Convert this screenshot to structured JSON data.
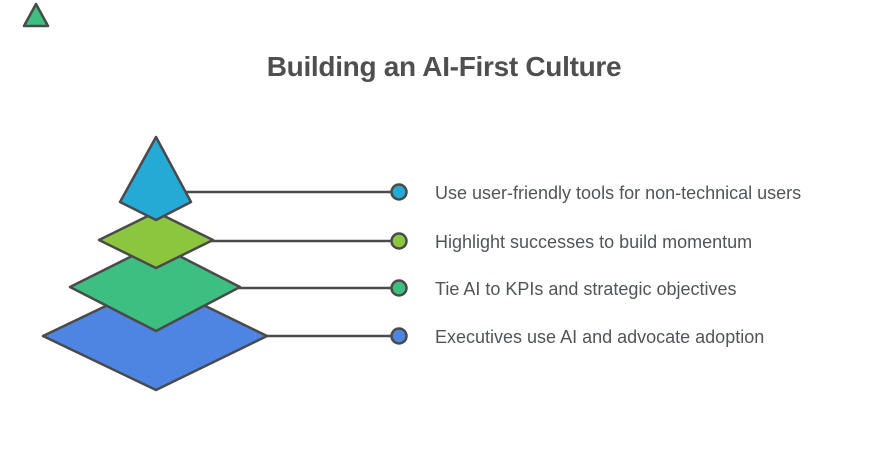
{
  "title": "Building an AI-First Culture",
  "colors": {
    "background": "#ffffff",
    "outline": "#4a4a4a",
    "title_text": "#4f4f4f",
    "label_text": "#4e565c"
  },
  "decoration": {
    "corner_triangle_color": "#3dbf81"
  },
  "layers": [
    {
      "label": "Use user-friendly tools for non-technical users",
      "color": "#25aad6"
    },
    {
      "label": "Highlight successes to build momentum",
      "color": "#8cc63e"
    },
    {
      "label": "Tie AI to KPIs and strategic objectives",
      "color": "#3dbf81"
    },
    {
      "label": "Executives use AI and advocate adoption",
      "color": "#4e85e2"
    }
  ]
}
